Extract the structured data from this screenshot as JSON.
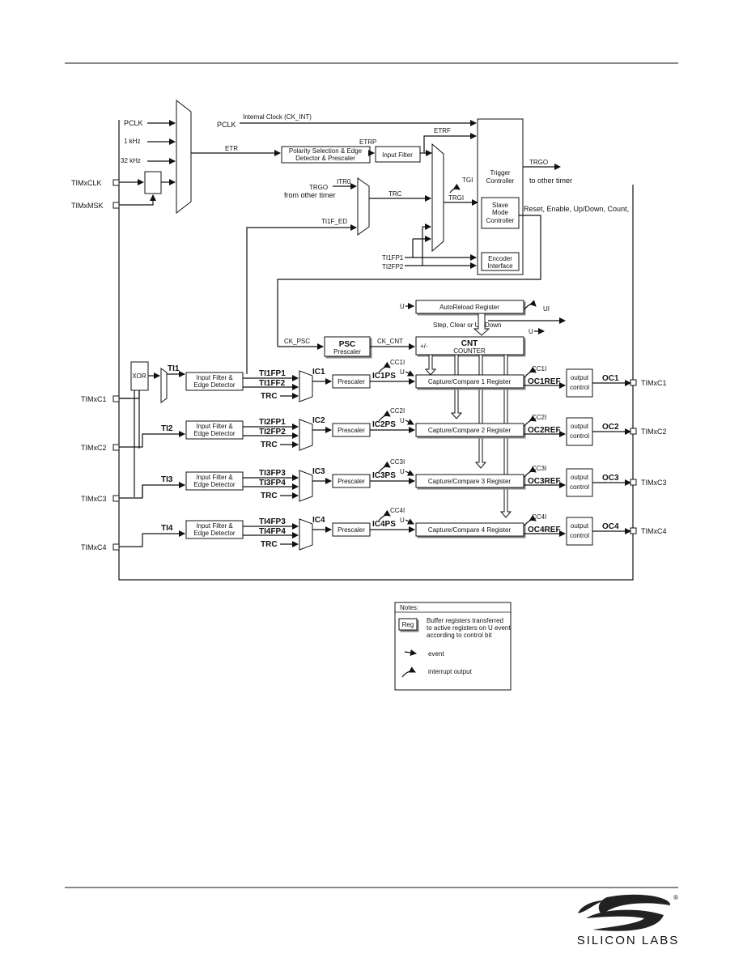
{
  "clock": {
    "inputs": [
      "PCLK",
      "1 kHz",
      "32 kHz"
    ],
    "pins": [
      "TIMxCLK",
      "TIMxMSK"
    ],
    "pclk": "PCLK",
    "internal_clock": "Internal Clock (CK_INT)",
    "etr": "ETR",
    "etrp": "ETRP",
    "etrf": "ETRF",
    "polarity_block": [
      "Polarity Selection & Edge",
      "Detector & Prescaler"
    ],
    "input_filter": "Input Filter",
    "trgo_in": "TRGO",
    "from_other_timer": "from other timer",
    "itr0": "ITR0",
    "trc": "TRC",
    "ti1f_ed": "TI1F_ED",
    "tgi": "TGI",
    "trgi": "TRGI",
    "ti1fp1": "TI1FP1",
    "ti2fp2": "TI2FP2"
  },
  "controller": {
    "trigger": [
      "Trigger",
      "Controller"
    ],
    "slave": [
      "Slave",
      "Mode",
      "Controller"
    ],
    "encoder": [
      "Encoder",
      "Interface"
    ],
    "trgo_out": "TRGO",
    "to_other_timer": "to other timer",
    "slave_outputs": "Reset, Enable, Up/Down, Count,"
  },
  "counter": {
    "u": "U",
    "autoreload": "AutoReload Register",
    "ui": "UI",
    "step": "Step, Clear or Up/Down",
    "ck_psc": "CK_PSC",
    "psc": "PSC",
    "prescaler": "Prescaler",
    "ck_cnt": "CK_CNT",
    "plusminus": "+/-",
    "cnt": "CNT",
    "counter_label": "COUNTER"
  },
  "channels": [
    {
      "pin": "TIMxC1",
      "ti": "TI1",
      "fp_a": "TI1FP1",
      "fp_b": "TI1FF2",
      "ic": "IC1",
      "icps": "IC1PS",
      "cci": "CC1I",
      "reg": "Capture/Compare 1 Register",
      "ocref": "OC1REF",
      "oc": "OC1",
      "out": "TIMxC1"
    },
    {
      "pin": "TIMxC2",
      "ti": "TI2",
      "fp_a": "TI2FP1",
      "fp_b": "TI2FP2",
      "ic": "IC2",
      "icps": "IC2PS",
      "cci": "CC2I",
      "reg": "Capture/Compare 2 Register",
      "ocref": "OC2REF",
      "oc": "OC2",
      "out": "TIMxC2"
    },
    {
      "pin": "TIMxC3",
      "ti": "TI3",
      "fp_a": "TI3FP3",
      "fp_b": "TI3FP4",
      "ic": "IC3",
      "icps": "IC3PS",
      "cci": "CC3I",
      "reg": "Capture/Compare 3 Register",
      "ocref": "OC3REF",
      "oc": "OC3",
      "out": "TIMxC3"
    },
    {
      "pin": "TIMxC4",
      "ti": "TI4",
      "fp_a": "TI4FP3",
      "fp_b": "TI4FP4",
      "ic": "IC4",
      "icps": "IC4PS",
      "cci": "CC4I",
      "reg": "Capture/Compare 4 Register",
      "ocref": "OC4REF",
      "oc": "OC4",
      "out": "TIMxC4"
    }
  ],
  "channel_common": {
    "xor": "XOR",
    "input_filter": [
      "Input Filter &",
      "Edge Detector"
    ],
    "trc": "TRC",
    "prescaler": "Prescaler",
    "u": "U",
    "output_control": [
      "output",
      "control"
    ]
  },
  "notes": {
    "title": "Notes:",
    "reg": "Reg",
    "reg_desc": [
      "Buffer registers transferred",
      "to active registers on U event",
      "according to control bit"
    ],
    "event": "event",
    "interrupt": "interrupt output"
  },
  "logo": {
    "text": "SILICON LABS",
    "registered": "®"
  }
}
